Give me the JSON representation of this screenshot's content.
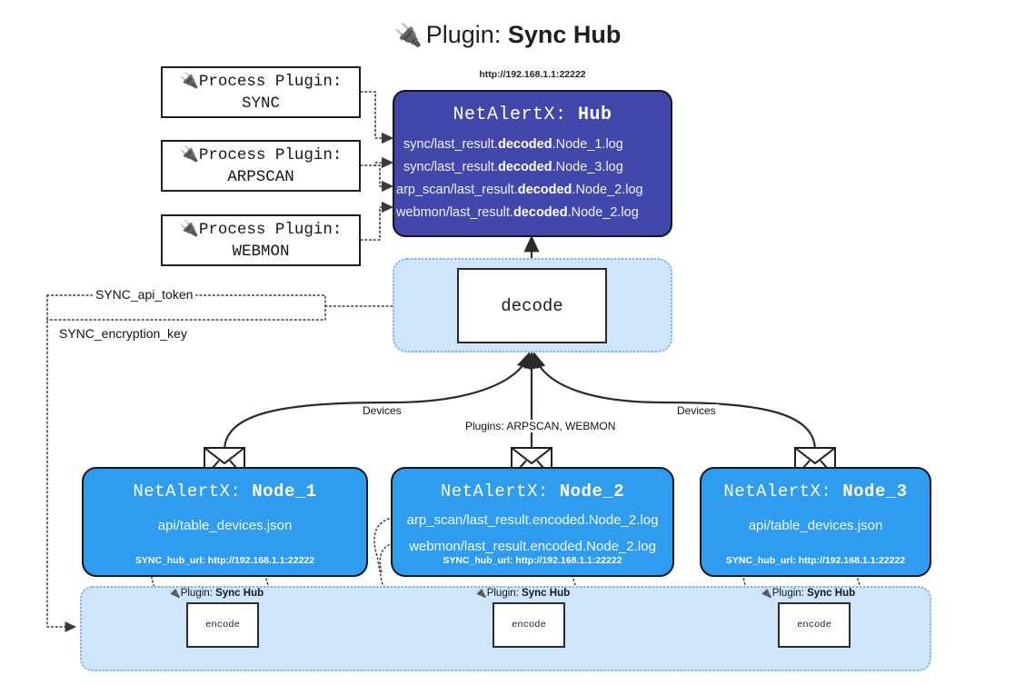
{
  "page": {
    "title_icon": "plug-icon",
    "title_prefix": "Plugin:",
    "title_name": "Sync Hub"
  },
  "process_plugins": [
    {
      "line1": "Process Plugin:",
      "line2": "SYNC",
      "icon": "plug-icon"
    },
    {
      "line1": "Process Plugin:",
      "line2": "ARPSCAN",
      "icon": "plug-icon"
    },
    {
      "line1": "Process Plugin:",
      "line2": "WEBMON",
      "icon": "plug-icon"
    }
  ],
  "hub": {
    "url": "http://192.168.1.1:22222",
    "title_prefix": "NetAlertX:",
    "title_name": "Hub",
    "logs": [
      {
        "pre": "sync/last_result.",
        "mid": "decoded",
        "post": ".Node_1.log"
      },
      {
        "pre": "sync/last_result.",
        "mid": "decoded",
        "post": ".Node_3.log"
      },
      {
        "pre": "arp_scan/last_result.",
        "mid": "decoded",
        "post": ".Node_2.log"
      },
      {
        "pre": "webmon/last_result.",
        "mid": "decoded",
        "post": ".Node_2.log"
      }
    ]
  },
  "decode": {
    "label": "decode"
  },
  "secrets": {
    "api_token": "SYNC_api_token",
    "encryption_key": "SYNC_encryption_key"
  },
  "edges": {
    "devices_left": "Devices",
    "devices_right": "Devices",
    "plugins_center": "Plugins: ARPSCAN, WEBMON"
  },
  "nodes": [
    {
      "title_prefix": "NetAlertX:",
      "title_name": "Node_1",
      "lines": [
        "api/table_devices.json"
      ],
      "footer": "SYNC_hub_url: http://192.168.1.1:22222",
      "envelope_icon": "envelope-icon"
    },
    {
      "title_prefix": "NetAlertX:",
      "title_name": "Node_2",
      "lines": [
        "arp_scan/last_result.encoded.Node_2.log",
        "webmon/last_result.encoded.Node_2.log"
      ],
      "footer": "SYNC_hub_url: http://192.168.1.1:22222",
      "envelope_icon": "envelope-icon"
    },
    {
      "title_prefix": "NetAlertX:",
      "title_name": "Node_3",
      "lines": [
        "api/table_devices.json"
      ],
      "footer": "SYNC_hub_url: http://192.168.1.1:22222",
      "envelope_icon": "envelope-icon"
    }
  ],
  "band": {
    "plugins": [
      {
        "icon": "plug-icon",
        "prefix": "Plugin:",
        "name": "Sync Hub",
        "encode": "encode"
      },
      {
        "icon": "plug-icon",
        "prefix": "Plugin:",
        "name": "Sync Hub",
        "encode": "encode"
      },
      {
        "icon": "plug-icon",
        "prefix": "Plugin:",
        "name": "Sync Hub",
        "encode": "encode"
      }
    ]
  },
  "colors": {
    "hub_fill": "#4247ab",
    "node_fill": "#2f9cf0",
    "group_fill": "#cfe5f9",
    "group_border": "#7fb4e0",
    "stroke": "#1f1f1f",
    "background": "#ffffff"
  }
}
